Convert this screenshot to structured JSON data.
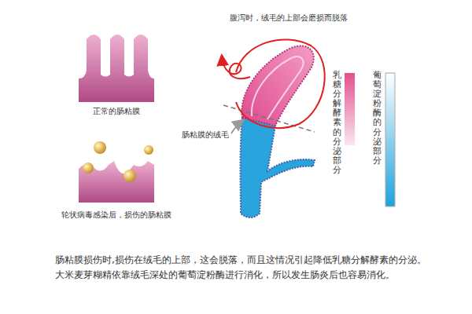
{
  "diagram": {
    "caption": "肠粘膜损伤时,损伤在绒毛的上部，这会脱落，而且这情况引起降低乳糖分解酵素的分泌。 大米麦芽糊精依靠绒毛深处的葡萄淀粉酶进行消化，所以发生肠炎后也容易消化。",
    "labels": [
      "正常的肠粘膜",
      "轮状病毒感染后，损伤的肠粘膜",
      "腹泻时，绒毛的上部会磨损而脱落",
      "肠粘膜的绒毛"
    ],
    "legend": [
      {
        "text": "乳糖分解酵素的分泌部分"
      },
      {
        "text": "葡萄淀粉酶的分泌部分"
      }
    ]
  }
}
